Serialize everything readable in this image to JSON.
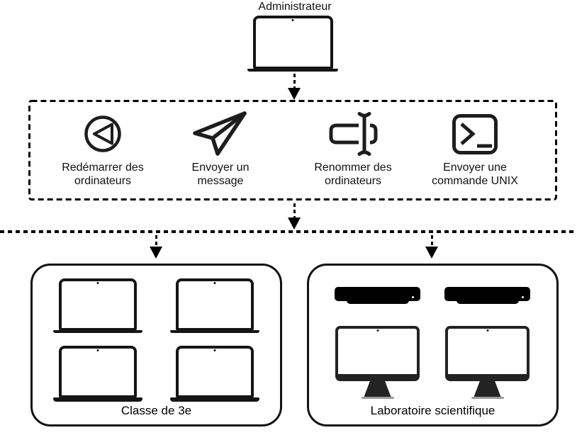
{
  "admin_label": "Administrateur",
  "actions": [
    {
      "name": "restart-computers",
      "lines": [
        "Redémarrer des",
        "ordinateurs"
      ]
    },
    {
      "name": "send-message",
      "lines": [
        "Envoyer un",
        "message"
      ]
    },
    {
      "name": "rename-computers",
      "lines": [
        "Renommer des",
        "ordinateurs"
      ]
    },
    {
      "name": "send-unix-command",
      "lines": [
        "Envoyer une",
        "commande UNIX"
      ]
    }
  ],
  "groups": [
    {
      "label": "Classe de 3e",
      "laptop_count": 4
    },
    {
      "label": "Laboratoire scientifique",
      "mac_mini_count": 2,
      "monitor_count": 2
    }
  ],
  "colors": {
    "ink": "#1d1d1f",
    "background": "#ffffff",
    "monitor_base": "#9a9a9a"
  }
}
